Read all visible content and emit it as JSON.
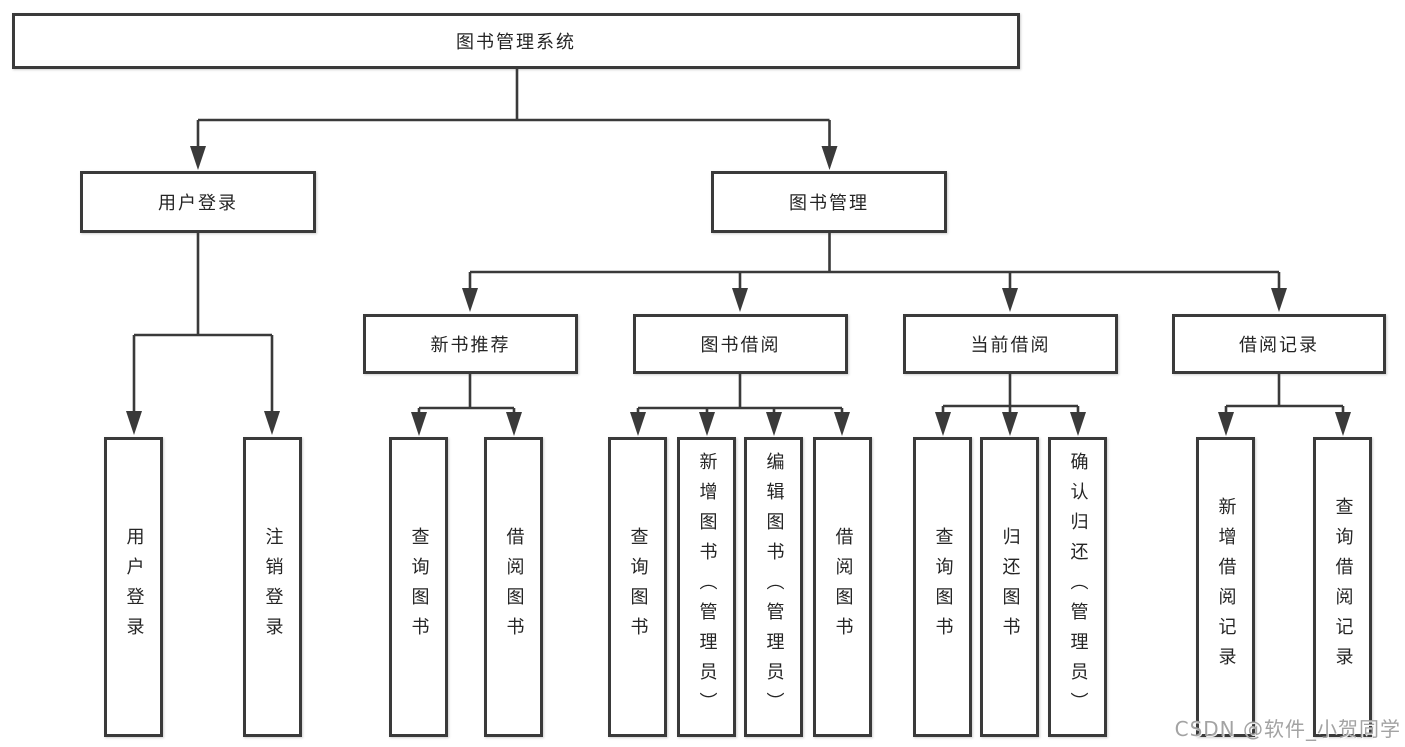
{
  "colors": {
    "line": "#3a3a3a",
    "text": "#252525",
    "canvasBg": "#ffffff",
    "watermark": "#a3a3a3"
  },
  "watermark": {
    "text": "CSDN @软件_小贺同学"
  },
  "diagram": {
    "type": "tree",
    "root": {
      "label": "图书管理系统"
    },
    "level1": [
      {
        "label": "用户登录"
      },
      {
        "label": "图书管理"
      }
    ],
    "level2": [
      {
        "label": "新书推荐",
        "parent": "图书管理"
      },
      {
        "label": "图书借阅",
        "parent": "图书管理"
      },
      {
        "label": "当前借阅",
        "parent": "图书管理"
      },
      {
        "label": "借阅记录",
        "parent": "图书管理"
      }
    ],
    "leaves": [
      {
        "label": "用户登录",
        "parent": "用户登录"
      },
      {
        "label": "注销登录",
        "parent": "用户登录"
      },
      {
        "label": "查询图书",
        "parent": "新书推荐"
      },
      {
        "label": "借阅图书",
        "parent": "新书推荐"
      },
      {
        "label": "查询图书",
        "parent": "图书借阅"
      },
      {
        "label": "新增图书（管理员）",
        "parent": "图书借阅"
      },
      {
        "label": "编辑图书（管理员）",
        "parent": "图书借阅"
      },
      {
        "label": "借阅图书",
        "parent": "图书借阅"
      },
      {
        "label": "查询图书",
        "parent": "当前借阅"
      },
      {
        "label": "归还图书",
        "parent": "当前借阅"
      },
      {
        "label": "确认归还（管理员）",
        "parent": "当前借阅"
      },
      {
        "label": "新增借阅记录",
        "parent": "借阅记录"
      },
      {
        "label": "查询借阅记录",
        "parent": "借阅记录"
      }
    ]
  }
}
